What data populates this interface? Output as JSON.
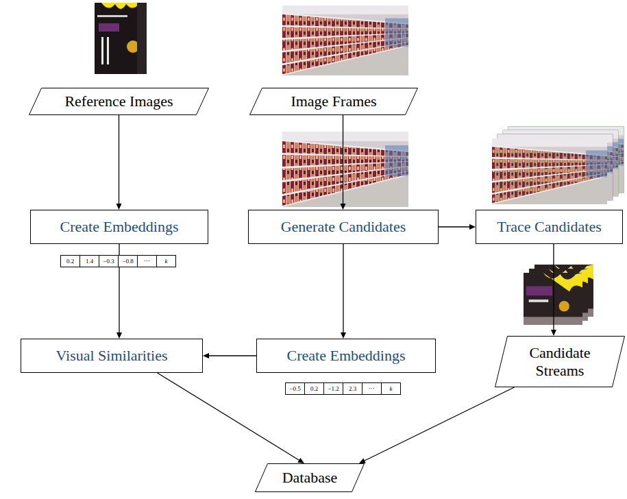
{
  "diagram": {
    "nodes": [
      {
        "text": [
          "Reference Images"
        ]
      },
      {
        "text": [
          "Image Frames"
        ]
      },
      {
        "text": [
          "Create Embeddings"
        ]
      },
      {
        "text": [
          "Generate Candidates"
        ]
      },
      {
        "text": [
          "Trace Candidates"
        ]
      },
      {
        "text": [
          "Visual Similarities"
        ]
      },
      {
        "text": [
          "Create Embeddings"
        ]
      },
      {
        "text": [
          "Candidate Streams"
        ]
      },
      {
        "text": [
          "Database"
        ]
      }
    ],
    "edges": [
      {
        "from": 0,
        "to": 2,
        "arrow": "to"
      },
      {
        "from": 1,
        "to": 3,
        "arrow": "to"
      },
      {
        "from": 3,
        "to": 4,
        "arrow": "to"
      },
      {
        "from": 2,
        "to": 5,
        "arrow": "to"
      },
      {
        "from": 3,
        "to": 6,
        "arrow": "to"
      },
      {
        "from": 6,
        "to": 5,
        "arrow": "to"
      },
      {
        "from": 4,
        "to": 7,
        "arrow": "to"
      },
      {
        "from": 5,
        "to": 8,
        "arrow": "to"
      },
      {
        "from": 7,
        "to": 8,
        "arrow": "to"
      }
    ],
    "labels": [
      "0.2",
      "1.4",
      "−0.3",
      "−0.8",
      "⋯",
      "k",
      "−0.5",
      "0.2",
      "−1.2",
      "2.3",
      "⋯",
      "k"
    ]
  }
}
